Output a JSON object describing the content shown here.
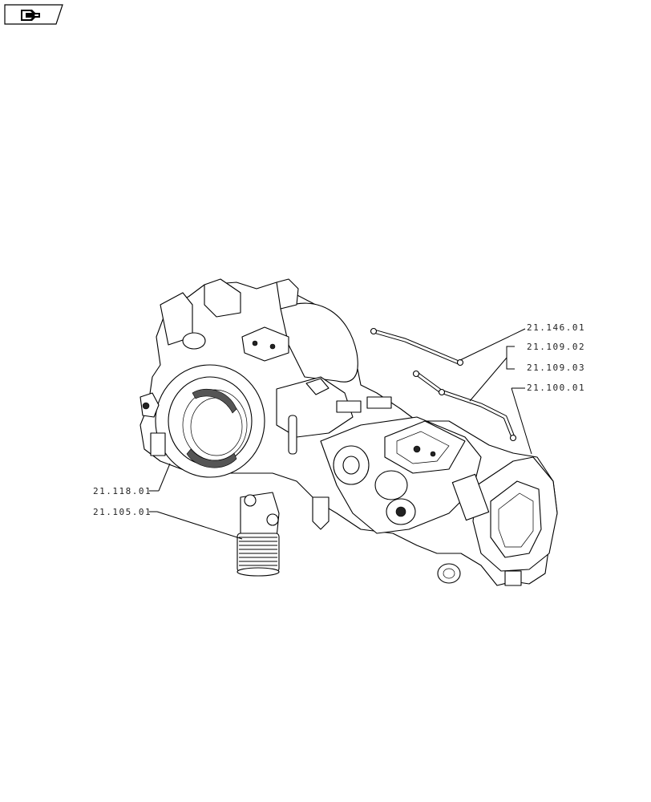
{
  "nav_icon": "book-arrow-icon",
  "callouts": {
    "c1": "21.146.01",
    "c2": "21.109.02",
    "c3": "21.109.03",
    "c4": "21.100.01",
    "c5": "21.118.01",
    "c6": "21.105.01"
  }
}
